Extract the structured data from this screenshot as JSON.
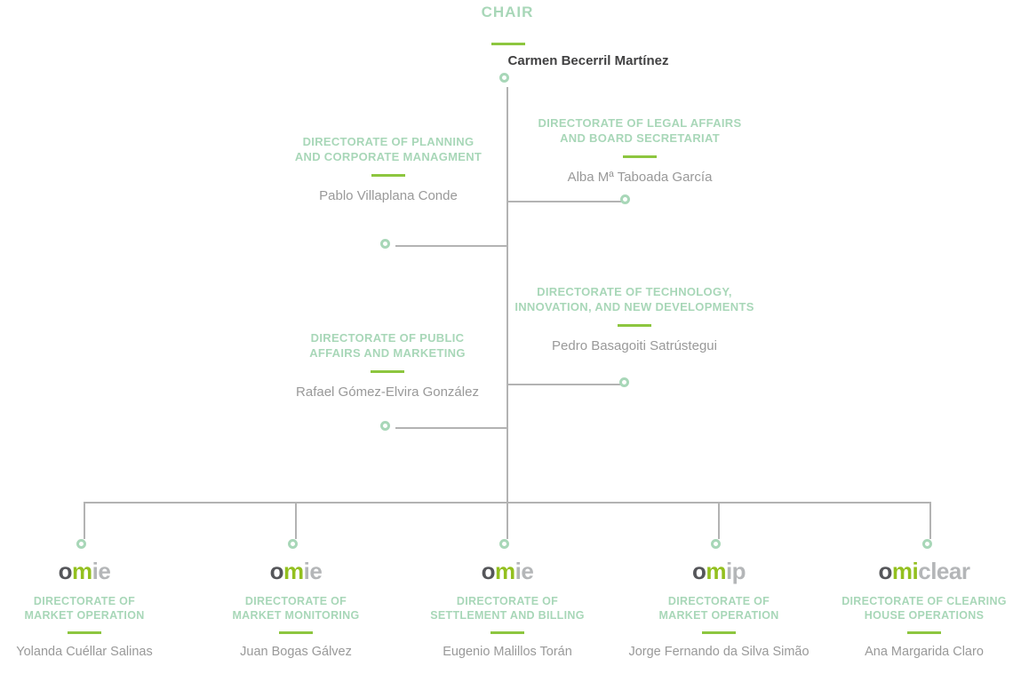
{
  "colors": {
    "mint_heading": "#a8d7b8",
    "lime_underline": "#8dc63f",
    "connector_gray": "#b3b3b3",
    "person_gray": "#999999",
    "chair_name_dark": "#414142",
    "logo_dark": "#55565a",
    "logo_green": "#93c01f",
    "logo_gray": "#b4b6b8"
  },
  "chair": {
    "title": "CHAIR",
    "name": "Carmen Becerril Martínez"
  },
  "directorates": [
    {
      "title": "DIRECTORATE OF PLANNING\nAND CORPORATE MANAGMENT",
      "name": "Pablo Villaplana Conde"
    },
    {
      "title": "DIRECTORATE OF LEGAL AFFAIRS\nAND BOARD SECRETARIAT",
      "name": "Alba Mª Taboada García"
    },
    {
      "title": "DIRECTORATE OF TECHNOLOGY,\nINNOVATION, AND NEW DEVELOPMENTS",
      "name": "Pedro Basagoiti Satrústegui"
    },
    {
      "title": "DIRECTORATE OF PUBLIC\nAFFAIRS AND MARKETING",
      "name": "Rafael Gómez-Elvira González"
    }
  ],
  "subsidiaries": [
    {
      "logo": {
        "part1": "o",
        "part2": "m",
        "part3": "ie"
      },
      "title": "DIRECTORATE OF\nMARKET OPERATION",
      "name": "Yolanda Cuéllar Salinas"
    },
    {
      "logo": {
        "part1": "o",
        "part2": "m",
        "part3": "ie"
      },
      "title": "DIRECTORATE OF\nMARKET MONITORING",
      "name": "Juan Bogas Gálvez"
    },
    {
      "logo": {
        "part1": "o",
        "part2": "m",
        "part3": "ie"
      },
      "title": "DIRECTORATE OF\nSETTLEMENT AND BILLING",
      "name": "Eugenio Malillos Torán"
    },
    {
      "logo": {
        "part1": "o",
        "part2": "m",
        "part3": "ip"
      },
      "title": "DIRECTORATE OF\nMARKET OPERATION",
      "name": "Jorge Fernando da Silva Simão"
    },
    {
      "logo": {
        "part1": "o",
        "part2": "mi",
        "part3": "clear"
      },
      "title": "DIRECTORATE OF CLEARING\nHOUSE OPERATIONS",
      "name": "Ana Margarida Claro"
    }
  ]
}
